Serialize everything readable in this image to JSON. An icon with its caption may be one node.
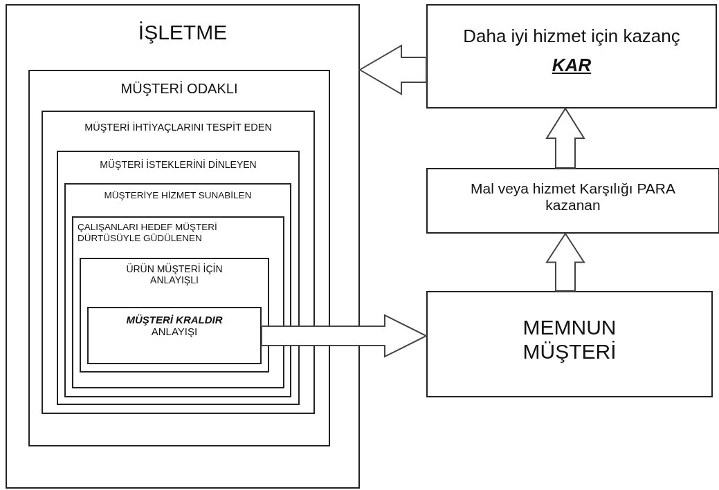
{
  "diagram": {
    "nodes": [
      {
        "text": [
          "İŞLETME"
        ]
      },
      {
        "text": [
          "MÜŞTERİ ODAKLI"
        ],
        "in": 0
      },
      {
        "text": [
          "MÜŞTERİ İHTİYAÇLARINI TESPİT EDEN"
        ],
        "in": 1
      },
      {
        "text": [
          "MÜŞTERİ İSTEKLERİNİ DİNLEYEN"
        ],
        "in": 2
      },
      {
        "text": [
          "MÜŞTERİYE HİZMET SUNABİLEN"
        ],
        "in": 3
      },
      {
        "text": [
          "ÇALIŞANLARI HEDEF MÜŞTERİ DÜRTÜSÜYLE GÜDÜLENEN"
        ],
        "in": 4
      },
      {
        "text": [
          "ÜRÜN MÜŞTERİ İÇİN ANLAYIŞLI"
        ],
        "in": 5
      },
      {
        "text": [
          "**MÜŞTERİ KRALDIR** ANLAYIŞI"
        ],
        "in": 6
      },
      {
        "text": [
          "Daha iyi hizmet için kazanç",
          "KAR"
        ]
      },
      {
        "text": [
          "Mal veya hizmet Karşılığı PARA kazanan"
        ]
      },
      {
        "text": [
          "MEMNUN MÜŞTERİ"
        ]
      }
    ],
    "edges": [
      {
        "from": 7,
        "to": 10,
        "arrow": "to"
      },
      {
        "from": 10,
        "to": 9,
        "arrow": "to"
      },
      {
        "from": 9,
        "to": 8,
        "arrow": "to"
      },
      {
        "from": 8,
        "to": 0,
        "arrow": "to"
      }
    ]
  }
}
